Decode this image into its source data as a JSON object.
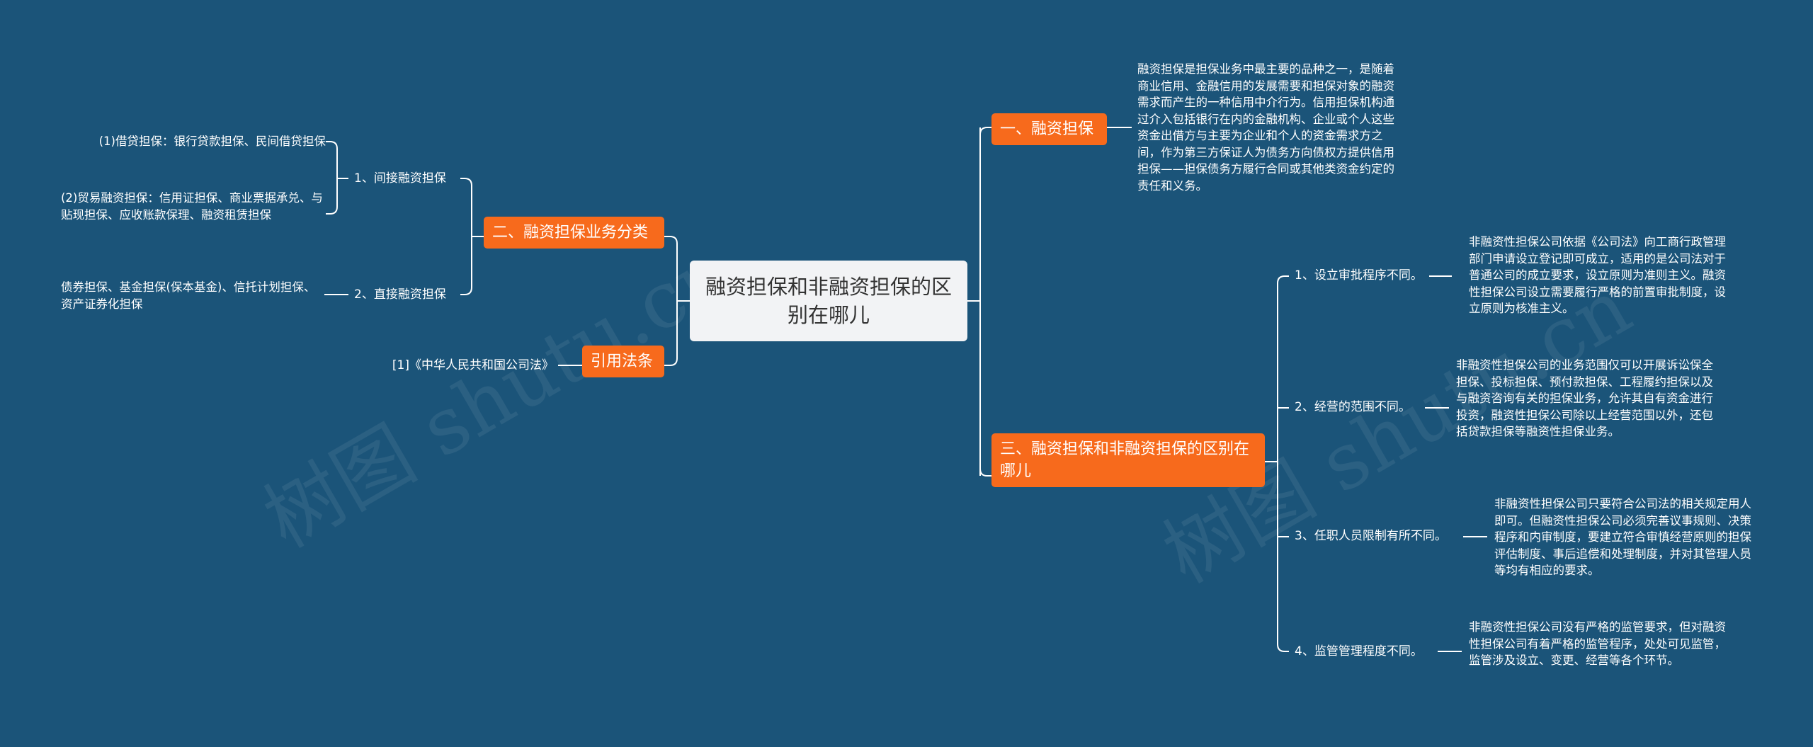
{
  "watermark": "树图 shutu.cn",
  "root": {
    "title": "融资担保和非融资担保的区别在哪儿"
  },
  "branches": {
    "b1": {
      "label": "一、融资担保",
      "detail": "融资担保是担保业务中最主要的品种之一，是随着商业信用、金融信用的发展需要和担保对象的融资需求而产生的一种信用中介行为。信用担保机构通过介入包括银行在内的金融机构、企业或个人这些资金出借方与主要为企业和个人的资金需求方之间，作为第三方保证人为债务方向债权方提供信用担保——担保债务方履行合同或其他类资金约定的责任和义务。"
    },
    "b2": {
      "label": "二、融资担保业务分类",
      "indirect": {
        "label": "1、间接融资担保",
        "items": [
          "(1)借贷担保：银行贷款担保、民间借贷担保",
          "(2)贸易融资担保：信用证担保、商业票据承兑、与贴现担保、应收账款保理、融资租赁担保"
        ]
      },
      "direct": {
        "label": "2、直接融资担保",
        "items": [
          "债券担保、基金担保(保本基金)、信托计划担保、资产证券化担保"
        ]
      }
    },
    "b3": {
      "label": "引用法条",
      "items": [
        "[1]《中华人民共和国公司法》"
      ]
    },
    "b4": {
      "label": "三、融资担保和非融资担保的区别在哪儿",
      "subs": [
        {
          "label": "1、设立审批程序不同。",
          "detail": "非融资性担保公司依据《公司法》向工商行政管理部门申请设立登记即可成立，适用的是公司法对于普通公司的成立要求，设立原则为准则主义。融资性担保公司设立需要履行严格的前置审批制度，设立原则为核准主义。"
        },
        {
          "label": "2、经营的范围不同。",
          "detail": "非融资性担保公司的业务范围仅可以开展诉讼保全担保、投标担保、预付款担保、工程履约担保以及与融资咨询有关的担保业务，允许其自有资金进行投资，融资性担保公司除以上经营范围以外，还包括贷款担保等融资性担保业务。"
        },
        {
          "label": "3、任职人员限制有所不同。",
          "detail": "非融资性担保公司只要符合公司法的相关规定用人即可。但融资性担保公司必须完善议事规则、决策程序和内审制度，要建立符合审慎经营原则的担保评估制度、事后追偿和处理制度，并对其管理人员等均有相应的要求。"
        },
        {
          "label": "4、监管管理程度不同。",
          "detail": "非融资性担保公司没有严格的监管要求，但对融资性担保公司有着严格的监管程序，处处可见监管，监管涉及设立、变更、经营等各个环节。"
        }
      ]
    }
  }
}
